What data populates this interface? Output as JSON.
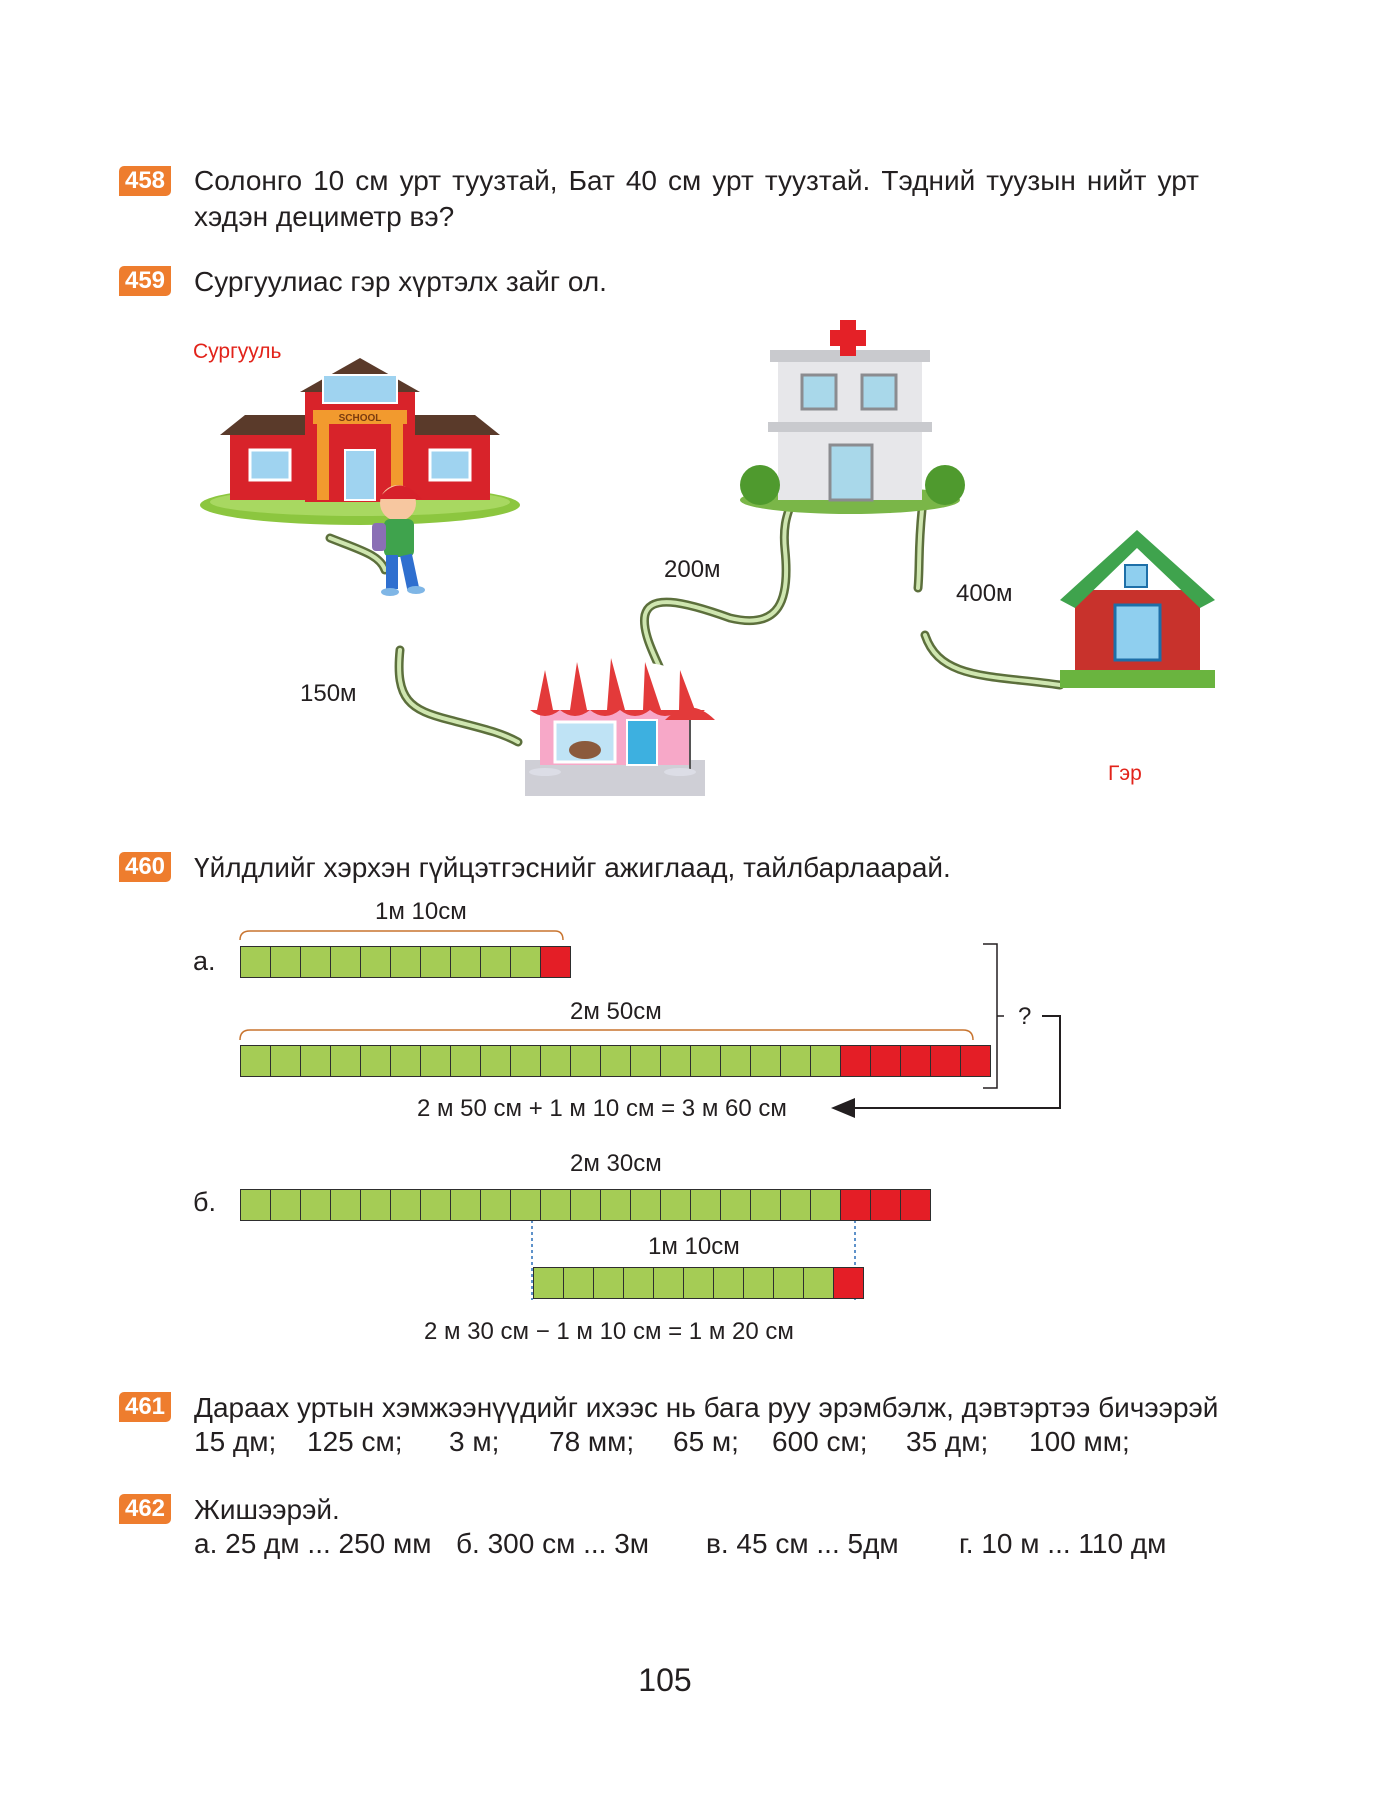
{
  "problems": {
    "p458": {
      "number": "458",
      "text": "Солонго 10 см урт туузтай, Бат 40 см урт туузтай. Тэдний туузын нийт урт хэдэн дециметр вэ?"
    },
    "p459": {
      "number": "459",
      "text": "Сургуулиас гэр хүртэлх зайг ол."
    },
    "p460": {
      "number": "460",
      "text": "Үйлдлийг хэрхэн гүйцэтгэснийг ажиглаад, тайлбарлаарай."
    },
    "p461": {
      "number": "461",
      "text": "Дараах уртын хэмжээнүүдийг ихээс нь бага руу эрэмбэлж, дэвтэртээ бичээрэй",
      "values": [
        "15 дм;",
        "125 см;",
        "3 м;",
        "78 мм;",
        "65 м;",
        "600 см;",
        "35 дм;",
        "100 мм;"
      ]
    },
    "p462": {
      "number": "462",
      "text": "Жишээрэй.",
      "items": [
        "а. 25 дм ... 250 мм",
        "б. 300 см ... 3м",
        "в. 45 см ... 5дм",
        "г. 10 м ... 110 дм"
      ]
    }
  },
  "map": {
    "school_label": "Сургууль",
    "home_label": "Гэр",
    "school_sign": "SCHOOL",
    "dist_school_shop": "150м",
    "dist_shop_hospital": "200м",
    "dist_hospital_home": "400м"
  },
  "diagram": {
    "a_label": "а.",
    "a_bar1_label": "1м 10см",
    "a_bar1": {
      "green": 10,
      "red": 1
    },
    "a_bar2_label": "2м 50см",
    "a_bar2": {
      "green": 20,
      "red": 5
    },
    "question": "?",
    "a_equation": "2 м 50 см + 1 м 10 см = 3 м 60 см",
    "b_label": "б.",
    "b_bar1_label": "2м 30см",
    "b_bar1": {
      "green": 20,
      "red": 3
    },
    "b_bar2_label": "1м 10см",
    "b_bar2": {
      "green": 10,
      "red": 1
    },
    "b_equation": "2 м 30 см − 1 м 10 см = 1 м 20 см"
  },
  "page_number": "105",
  "colors": {
    "badge": "#ee7d2e",
    "green_cell": "#a5cc55",
    "red_cell": "#e41e26",
    "label_red": "#e2231a"
  }
}
